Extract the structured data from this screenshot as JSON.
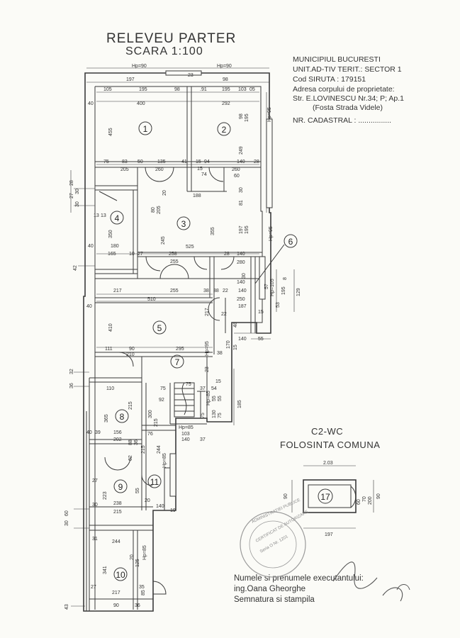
{
  "title": {
    "line1": "RELEVEU PARTER",
    "line2": "SCARA  1:100"
  },
  "info": {
    "municipality": "MUNICIPIUL BUCURESTI",
    "unit": "UNIT.AD-TIV TERIT.:  SECTOR 1",
    "siruta": "Cod SIRUTA :  179151",
    "address_label": "Adresa corpului de proprietate:",
    "address": "Str. E.LOVINESCU Nr.34; P; Ap.1",
    "former_name": "(Fosta Strada Videle)",
    "cadastral": "NR. CADASTRAL :  ................"
  },
  "annex": {
    "title": "C2-WC",
    "subtitle": "FOLOSINTA COMUNA",
    "room": "17",
    "dims": [
      "2.03",
      "90",
      "70",
      "200",
      "60",
      "90",
      "197"
    ]
  },
  "signature": {
    "line1": "Numele si prenumele executantului:",
    "line2": "ing.Oana Gheorghe",
    "line3": "Semnatura si stampila"
  },
  "rooms": [
    "1",
    "2",
    "3",
    "4",
    "5",
    "6",
    "7",
    "8",
    "9",
    "10",
    "11"
  ],
  "stamp": {
    "line1": "ADMINISTRATIEI PUBLICE",
    "line2": "CERTIFICAT DE AUTORIZARE",
    "line3": "Seria O Nr. 1201"
  },
  "dims": {
    "hp_top_left": "Hp=90",
    "hp_top_right": "Hp=90",
    "top_row1": [
      "197",
      "23",
      "98"
    ],
    "top_row2": [
      "105",
      "195",
      "98",
      ".91",
      "195",
      "103",
      "05"
    ],
    "r1_width": "400",
    "r2_width": "292",
    "r1_height": "455",
    "r2_heights": [
      "98",
      "195",
      "249"
    ],
    "hp_r2": "Hp=95",
    "row3": [
      "75",
      "83",
      "50",
      "135",
      "41",
      "15",
      "94",
      "140",
      "28"
    ],
    "row4": [
      "205",
      "260",
      "260"
    ],
    "row5": [
      "188",
      "74"
    ],
    "left_stack": [
      "28",
      "27",
      "30",
      "30"
    ],
    "r4": [
      "13",
      "13",
      "350"
    ],
    "r3_inner": [
      "80",
      "205",
      "20"
    ],
    "r3_height": "355",
    "r3_h2": "245",
    "r3_right": [
      "81",
      "30",
      "197",
      "195"
    ],
    "hp_r6": "Hp=95",
    "row6": [
      "40",
      "180",
      "525",
      "140"
    ],
    "row7": [
      "165",
      "10",
      "27",
      "258",
      "28"
    ],
    "left_42": "42",
    "row8": [
      "255",
      "280"
    ],
    "r6": [
      "30",
      "140",
      "Hp=105",
      "57",
      "195",
      "53",
      "129",
      "8",
      "15"
    ],
    "row9": [
      "217",
      "255",
      "38",
      "38",
      "22",
      "140"
    ],
    "row10": [
      "510",
      "250",
      "187"
    ],
    "r5_left": "40",
    "r5_height": "410",
    "row11": [
      "217",
      "22",
      "48",
      "170",
      "15",
      "140",
      "55"
    ],
    "row12": [
      "111",
      "90",
      "295",
      "38"
    ],
    "row13": [
      "210",
      "Hp=95",
      "23",
      "15"
    ],
    "left_32": "32",
    "left_36": "36",
    "row14": [
      "110",
      "75",
      "75",
      "37",
      "54"
    ],
    "r7": [
      "92",
      "55",
      "55",
      "185",
      "130",
      "75",
      "75",
      "Hp=85"
    ],
    "r8": [
      "365",
      "215",
      "300",
      "215"
    ],
    "row15": [
      "Hp=85",
      "103",
      "140",
      "37"
    ],
    "row16": [
      "40",
      "39",
      "156",
      "202",
      "76"
    ],
    "r9_left": [
      "88",
      "36",
      "62",
      "215",
      "244"
    ],
    "hp_r11": "Hp=85",
    "r11": [
      "140",
      "19",
      "20",
      "55"
    ],
    "row17": [
      "223",
      "238"
    ],
    "row18": [
      "27",
      "215",
      "30"
    ],
    "left_dims": [
      "30",
      "60",
      "31"
    ],
    "r10": [
      "244",
      "341",
      "Hp=85",
      "125",
      "20",
      "85"
    ],
    "row19": [
      "217",
      "27",
      "36",
      "43",
      "90",
      "35"
    ],
    "r2_misc": [
      "60",
      "15"
    ]
  }
}
